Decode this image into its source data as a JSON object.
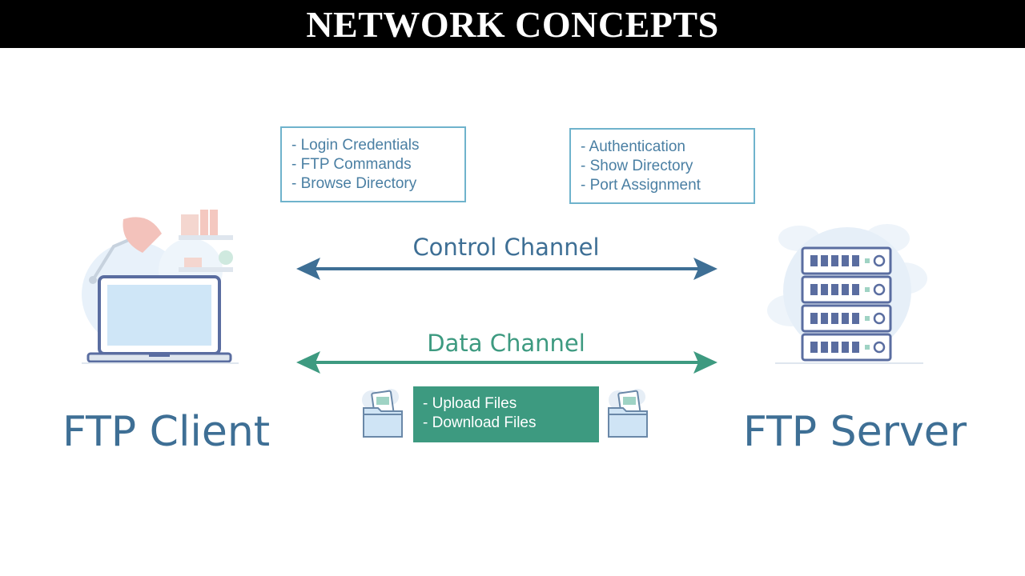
{
  "header": {
    "title": "NETWORK CONCEPTS"
  },
  "client_box": {
    "items": [
      "- Login Credentials",
      "- FTP Commands",
      "- Browse Directory"
    ]
  },
  "server_box": {
    "items": [
      "- Authentication",
      "- Show Directory",
      "- Port Assignment"
    ]
  },
  "channels": {
    "control": "Control Channel",
    "data": "Data Channel"
  },
  "files_box": {
    "items": [
      "- Upload Files",
      "- Download Files"
    ]
  },
  "labels": {
    "client": "FTP Client",
    "server": "FTP Server"
  },
  "colors": {
    "control": "#3e6f95",
    "data": "#3d9a80",
    "box_border": "#6fb3cc",
    "title_bg": "#000000"
  },
  "icons": [
    "laptop-desk-icon",
    "server-rack-icon",
    "folder-icon"
  ]
}
